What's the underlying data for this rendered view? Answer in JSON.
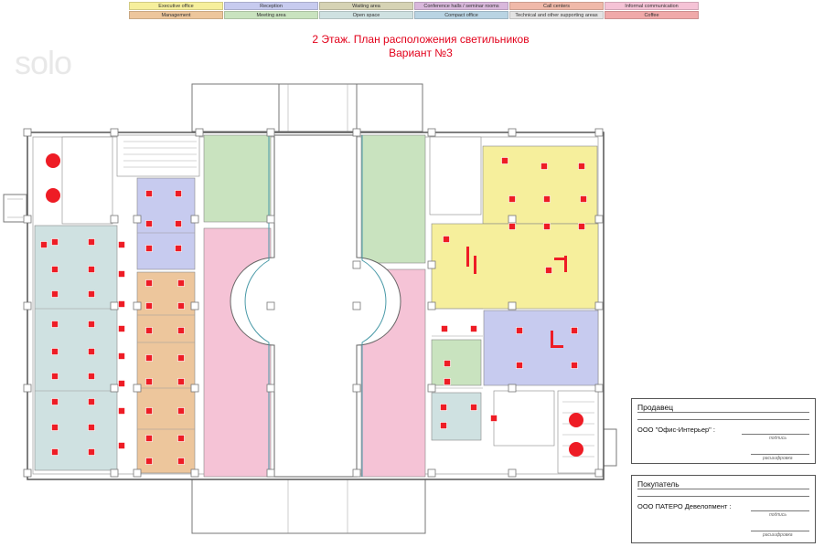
{
  "legend": {
    "row1": [
      {
        "label": "Executive office",
        "color": "#f6ef9c"
      },
      {
        "label": "Reception",
        "color": "#c7cbef"
      },
      {
        "label": "Waiting area",
        "color": "#d6d3b4"
      },
      {
        "label": "Conference halls / seminar rooms",
        "color": "#d9b8dc"
      },
      {
        "label": "Call centers",
        "color": "#f0b9a9"
      },
      {
        "label": "Informal communication",
        "color": "#f5c3d6"
      }
    ],
    "row2": [
      {
        "label": "Management",
        "color": "#edc69c"
      },
      {
        "label": "Meeting area",
        "color": "#c9e3bf"
      },
      {
        "label": "Open space",
        "color": "#cfe1e1"
      },
      {
        "label": "Compact office",
        "color": "#b9d4e3"
      },
      {
        "label": "Technical and other supporting areas",
        "color": "#e3e3e3"
      },
      {
        "label": "Coffee",
        "color": "#f0a9a9"
      }
    ]
  },
  "title": {
    "line1": "2 Этаж. План расположения светильников",
    "line2": "Вариант №3"
  },
  "logo": "solo",
  "seller": {
    "heading": "Продавец",
    "company": "ООО \"Офис-Интерьер\" :",
    "sign_caption": "подпись",
    "decrypt_caption": "расшифровка"
  },
  "buyer": {
    "heading": "Покупатель",
    "company": "ООО ПАТЕРО Девелопмент :",
    "sign_caption": "подпись",
    "decrypt_caption": "расшифровка"
  },
  "colors": {
    "open_space": "#cfe1e1",
    "management": "#edc69c",
    "reception": "#c7cbef",
    "meeting": "#c9e3bf",
    "informal": "#f5c3d6",
    "executive": "#f6ef9c",
    "light": "#ee1c25"
  }
}
